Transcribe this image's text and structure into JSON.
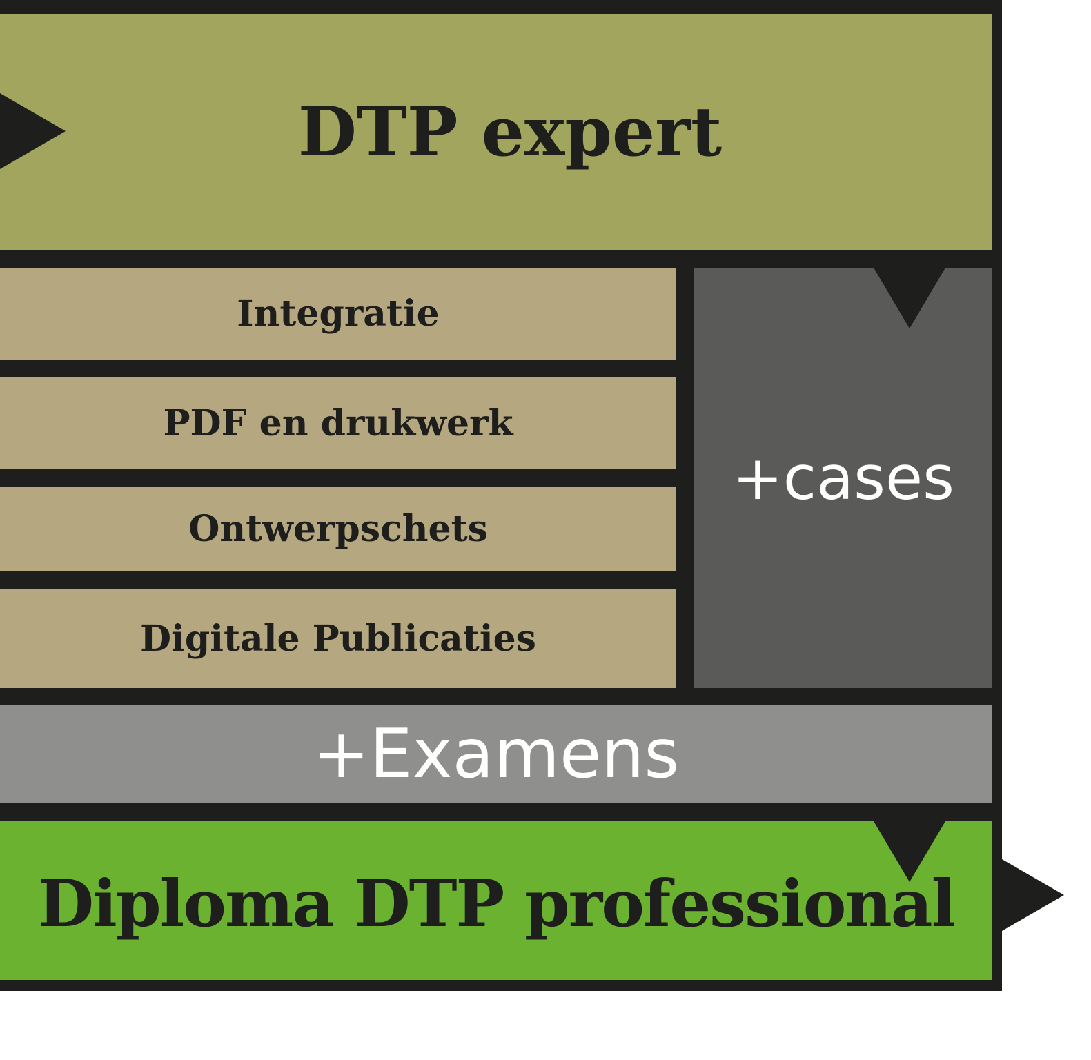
{
  "expert": {
    "label": "DTP expert",
    "color": "#a2a55e"
  },
  "modules": [
    {
      "label": "Integratie"
    },
    {
      "label": "PDF en drukwerk"
    },
    {
      "label": "Ontwerpschets"
    },
    {
      "label": "Digitale Publicaties"
    }
  ],
  "module_color": "#b5a880",
  "cases": {
    "label": "+cases",
    "color": "#5a5a58"
  },
  "exams": {
    "label": "+Examens",
    "color": "#8f8f8e"
  },
  "diploma": {
    "label": "Diploma DTP professional",
    "color": "#6ab22f"
  },
  "outline_color": "#1e1e1c"
}
